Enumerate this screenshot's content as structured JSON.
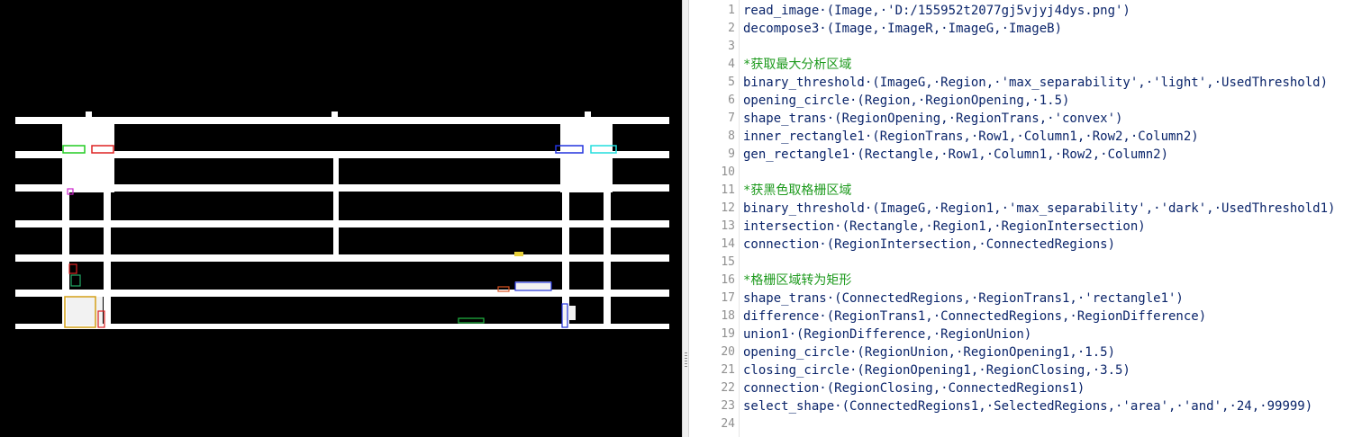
{
  "editor": {
    "lines": [
      {
        "n": "1",
        "text": "read_image·(Image,·'D:/155952t2077gj5vjyj4dys.png')",
        "comment": false
      },
      {
        "n": "2",
        "text": "decompose3·(Image,·ImageR,·ImageG,·ImageB)",
        "comment": false
      },
      {
        "n": "3",
        "text": "",
        "comment": false
      },
      {
        "n": "4",
        "text": "*获取最大分析区域",
        "comment": true
      },
      {
        "n": "5",
        "text": "binary_threshold·(ImageG,·Region,·'max_separability',·'light',·UsedThreshold)",
        "comment": false
      },
      {
        "n": "6",
        "text": "opening_circle·(Region,·RegionOpening,·1.5)",
        "comment": false
      },
      {
        "n": "7",
        "text": "shape_trans·(RegionOpening,·RegionTrans,·'convex')",
        "comment": false
      },
      {
        "n": "8",
        "text": "inner_rectangle1·(RegionTrans,·Row1,·Column1,·Row2,·Column2)",
        "comment": false
      },
      {
        "n": "9",
        "text": "gen_rectangle1·(Rectangle,·Row1,·Column1,·Row2,·Column2)",
        "comment": false
      },
      {
        "n": "10",
        "text": "",
        "comment": false
      },
      {
        "n": "11",
        "text": "*获黑色取格栅区域",
        "comment": true
      },
      {
        "n": "12",
        "text": "binary_threshold·(ImageG,·Region1,·'max_separability',·'dark',·UsedThreshold1)",
        "comment": false
      },
      {
        "n": "13",
        "text": "intersection·(Rectangle,·Region1,·RegionIntersection)",
        "comment": false
      },
      {
        "n": "14",
        "text": "connection·(RegionIntersection,·ConnectedRegions)",
        "comment": false
      },
      {
        "n": "15",
        "text": "",
        "comment": false
      },
      {
        "n": "16",
        "text": "*格栅区域转为矩形",
        "comment": true
      },
      {
        "n": "17",
        "text": "shape_trans·(ConnectedRegions,·RegionTrans1,·'rectangle1')",
        "comment": false
      },
      {
        "n": "18",
        "text": "difference·(RegionTrans1,·ConnectedRegions,·RegionDifference)",
        "comment": false
      },
      {
        "n": "19",
        "text": "union1·(RegionDifference,·RegionUnion)",
        "comment": false
      },
      {
        "n": "20",
        "text": "opening_circle·(RegionUnion,·RegionOpening1,·1.5)",
        "comment": false
      },
      {
        "n": "21",
        "text": "closing_circle·(RegionOpening1,·RegionClosing,·3.5)",
        "comment": false
      },
      {
        "n": "22",
        "text": "connection·(RegionClosing,·ConnectedRegions1)",
        "comment": false
      },
      {
        "n": "23",
        "text": "select_shape·(ConnectedRegions1,·SelectedRegions,·'area',·'and',·24,·99999)",
        "comment": false
      },
      {
        "n": "24",
        "text": "",
        "comment": false
      }
    ]
  },
  "colors": {
    "code_text": "#0a246a",
    "comment_text": "#1d9a1d",
    "line_number": "#8f8f8f",
    "viewer_bg": "#000000",
    "grate": "#ffffff"
  }
}
